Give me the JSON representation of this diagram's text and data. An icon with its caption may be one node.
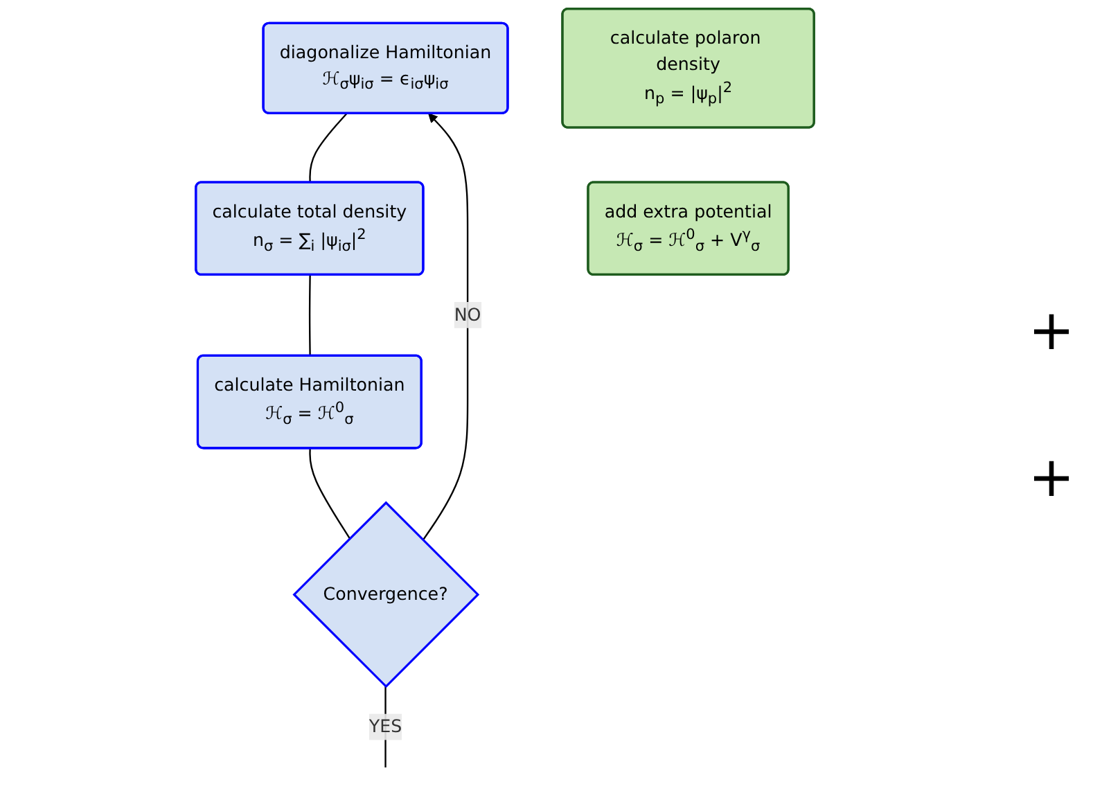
{
  "diagram": {
    "nodes": [
      {
        "text": [
          "diagonalize Hamiltonian",
          "ℋ$_{σ}$ψ$_{iσ}$ = ϵ$_{iσ}$ψ$_{iσ}$"
        ]
      },
      {
        "text": [
          "calculate total density",
          "n$_{σ}$ = ∑$_{i}$ |ψ$_{iσ}$|$^{2}$"
        ]
      },
      {
        "text": [
          "calculate polaron density",
          "n$_{p}$ = |ψ$_{p}$|$^{2}$"
        ]
      },
      {
        "text": [
          "calculate Hamiltonian",
          "ℋ$_{σ}$ = ℋ$^{0}$$_{σ}$"
        ]
      },
      {
        "text": [
          "add extra potential",
          "ℋ$_{σ}$ = ℋ$^{0}$$_{σ}$ + V$^{γ}$$_{σ}$"
        ]
      },
      {
        "text": [
          "Convergence?"
        ]
      }
    ],
    "edges": [
      {
        "from": 0,
        "to": 1,
        "arrow": "none"
      },
      {
        "from": 1,
        "to": 3,
        "arrow": "none"
      },
      {
        "from": 3,
        "to": 5,
        "arrow": "none"
      },
      {
        "from": 5,
        "to": 0,
        "arrow": "to",
        "label": "NO"
      },
      {
        "from": 5,
        "to": null,
        "arrow": "none",
        "label": "YES"
      }
    ],
    "labels": [
      "+",
      "+"
    ]
  }
}
